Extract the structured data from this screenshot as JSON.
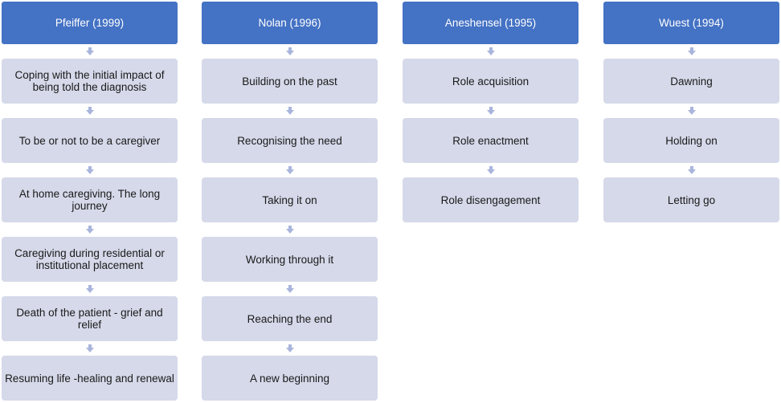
{
  "columns": [
    {
      "header": "Pfeiffer (1999)",
      "stages": [
        "Coping with the initial impact of being told the diagnosis",
        "To be or not to be a caregiver",
        "At home caregiving. The long journey",
        "Caregiving during residential or institutional placement",
        "Death of the patient - grief and relief",
        "Resuming life -healing and renewal"
      ]
    },
    {
      "header": "Nolan (1996)",
      "stages": [
        "Building on the past",
        "Recognising the need",
        "Taking it on",
        "Working through it",
        "Reaching the end",
        "A new beginning"
      ]
    },
    {
      "header": "Aneshensel (1995)",
      "stages": [
        "Role acquisition",
        "Role enactment",
        "Role disengagement"
      ]
    },
    {
      "header": "Wuest (1994)",
      "stages": [
        "Dawning",
        "Holding on",
        "Letting go"
      ]
    }
  ],
  "colors": {
    "header_fill": "#4472c4",
    "stage_fill": "#d5d9e9",
    "arrow": "#a9b5dc"
  },
  "icons": {
    "connector": "down-arrow-icon"
  }
}
